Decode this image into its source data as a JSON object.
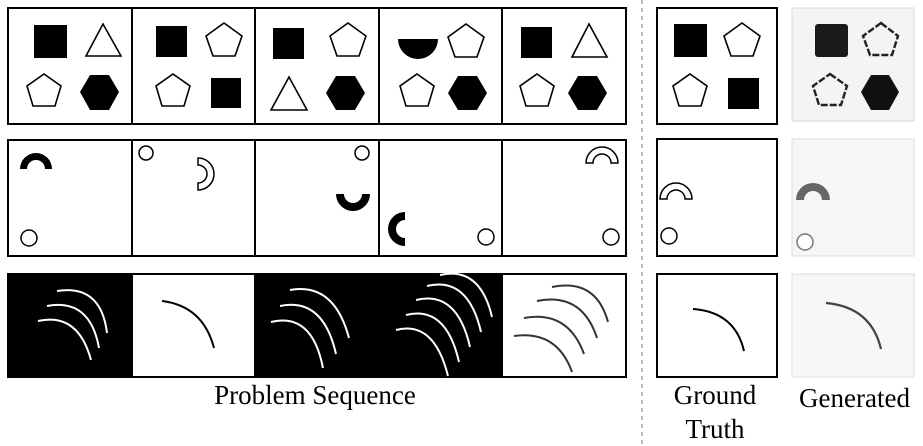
{
  "captions": {
    "problem_sequence": "Problem Sequence",
    "ground_truth_line1": "Ground",
    "ground_truth_line2": "Truth",
    "generated": "Generated"
  },
  "rows": [
    {
      "id": "shapes",
      "problem_panels": [
        {
          "cells": [
            {
              "shape": "square",
              "fill": "black"
            },
            {
              "shape": "triangle",
              "fill": "white"
            },
            {
              "shape": "pentagon",
              "fill": "white"
            },
            {
              "shape": "hexagon",
              "fill": "black"
            }
          ]
        },
        {
          "cells": [
            {
              "shape": "square",
              "fill": "black"
            },
            {
              "shape": "pentagon",
              "fill": "white"
            },
            {
              "shape": "pentagon",
              "fill": "white"
            },
            {
              "shape": "square",
              "fill": "black"
            }
          ]
        },
        {
          "cells": [
            {
              "shape": "square",
              "fill": "black"
            },
            {
              "shape": "pentagon",
              "fill": "white"
            },
            {
              "shape": "triangle",
              "fill": "white"
            },
            {
              "shape": "hexagon",
              "fill": "black"
            }
          ]
        },
        {
          "cells": [
            {
              "shape": "half-circle",
              "fill": "black"
            },
            {
              "shape": "pentagon",
              "fill": "white"
            },
            {
              "shape": "pentagon",
              "fill": "white"
            },
            {
              "shape": "hexagon",
              "fill": "black"
            }
          ]
        },
        {
          "cells": [
            {
              "shape": "square",
              "fill": "black"
            },
            {
              "shape": "triangle",
              "fill": "white"
            },
            {
              "shape": "pentagon",
              "fill": "white"
            },
            {
              "shape": "hexagon",
              "fill": "black"
            }
          ]
        }
      ],
      "ground_truth": {
        "cells": [
          {
            "shape": "square",
            "fill": "black"
          },
          {
            "shape": "pentagon",
            "fill": "white"
          },
          {
            "shape": "pentagon",
            "fill": "white"
          },
          {
            "shape": "square",
            "fill": "black"
          }
        ]
      },
      "generated": {
        "cells": [
          {
            "shape": "square",
            "fill": "black"
          },
          {
            "shape": "pentagon",
            "fill": "white"
          },
          {
            "shape": "pentagon",
            "fill": "white"
          },
          {
            "shape": "hexagon",
            "fill": "black"
          }
        ]
      }
    },
    {
      "id": "arc-and-circle",
      "problem_panels": [
        {
          "arc": "top-left",
          "arc_fill": "black",
          "arc_orientation": "up",
          "circle": "bottom-left"
        },
        {
          "arc": "upper-middle",
          "arc_fill": "white",
          "arc_orientation": "right",
          "circle": "top-left"
        },
        {
          "arc": "right-middle",
          "arc_fill": "black",
          "arc_orientation": "down",
          "circle": "top-right"
        },
        {
          "arc": "bottom-left",
          "arc_fill": "black",
          "arc_orientation": "left",
          "circle": "bottom-right"
        },
        {
          "arc": "top-right",
          "arc_fill": "white",
          "arc_orientation": "up",
          "circle": "bottom-right"
        }
      ],
      "ground_truth": {
        "arc": "middle-left",
        "arc_fill": "white",
        "arc_orientation": "up",
        "circle": "bottom-left"
      },
      "generated": {
        "arc": "middle-left",
        "arc_fill": "gray",
        "arc_orientation": "up",
        "circle": "bottom-left"
      }
    },
    {
      "id": "curves",
      "problem_panels": [
        {
          "background": "black",
          "curves": 3
        },
        {
          "background": "white",
          "curves": 1
        },
        {
          "background": "black",
          "curves": 3
        },
        {
          "background": "black",
          "curves": 5
        },
        {
          "background": "white",
          "curves": 4
        }
      ],
      "ground_truth": {
        "background": "white",
        "curves": 1
      },
      "generated": {
        "background": "white",
        "curves": 1
      }
    }
  ]
}
